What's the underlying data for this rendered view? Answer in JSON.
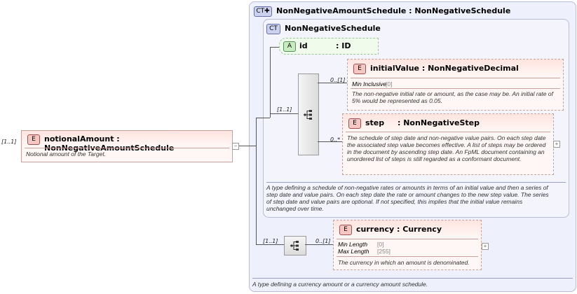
{
  "outer_ct": {
    "badge": "CT",
    "title": "NonNegativeAmountSchedule : NonNegativeSchedule",
    "description": "A type defining a currency amount or a currency amount schedule."
  },
  "inner_ct": {
    "badge": "CT",
    "title": "NonNegativeSchedule",
    "description": "A type defining a schedule of non-negative rates or amounts in terms of an initial value and then a series of step date and value pairs. On each step date the rate or amount changes to the new step value. The series of step date and value pairs are optional. If not specified, this implies that the initial value remains unchanged over time."
  },
  "root": {
    "badge": "E",
    "name": "notionalAmount",
    "type": ": NonNegativeAmountSchedule",
    "cardinality": "[1..1]",
    "description": "Notional amount of the Target."
  },
  "attribute_id": {
    "badge": "A",
    "name": "id",
    "type": ": ID"
  },
  "sequence1": {
    "cardinality": "[1..1]"
  },
  "initialValue": {
    "badge": "E",
    "name": "initialValue",
    "type": ": NonNegativeDecimal",
    "cardinality": "0..[1]",
    "facet_label": "Min Inclusive",
    "facet_value": "[0]",
    "description": "The non-negative initial rate or amount, as the case may be. An initial rate of 5% would be represented as 0.05."
  },
  "step": {
    "badge": "E",
    "name": "step",
    "type": ": NonNegativeStep",
    "cardinality": "0..*",
    "description": "The schedule of step date and non-negative value pairs. On each step date the associated step value becomes effective. A list of steps may be ordered in the document by ascending step date. An FpML document containing an unordered list of steps is still regarded as a conformant document."
  },
  "sequence2": {
    "cardinality": "[1..1]"
  },
  "currency": {
    "badge": "E",
    "name": "currency",
    "type": ": Currency",
    "cardinality": "0..[1]",
    "facet1_label": "Min Length",
    "facet1_value": "[0]",
    "facet2_label": "Max Length",
    "facet2_value": "[255]",
    "description": "The currency in which an amount is denominated."
  },
  "expand": "+",
  "collapse": "−"
}
